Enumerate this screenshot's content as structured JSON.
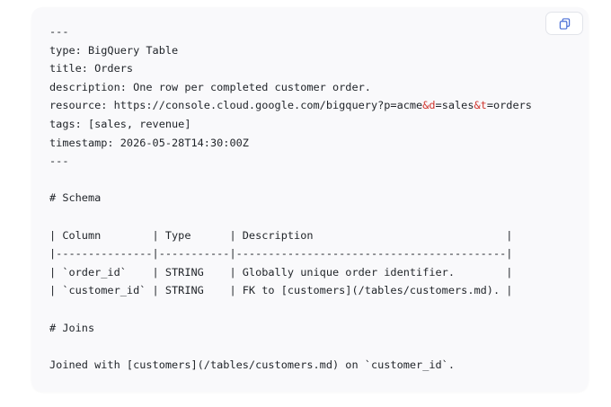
{
  "code_block": {
    "copy_button": {
      "icon": "copy-icon",
      "icon_color": "#4a6fd6"
    },
    "colors": {
      "text": "#1f2328",
      "highlight": "#d0342c",
      "background": "#f9f9fb"
    },
    "front_matter": {
      "open": "---",
      "type": "type: BigQuery Table",
      "title": "title: Orders",
      "description": "description: One row per completed customer order.",
      "resource": {
        "part1": "resource: https://console.cloud.google.com/bigquery?p=acme",
        "amp1": "&d",
        "part2": "=sales",
        "amp2": "&t",
        "part3": "=orders"
      },
      "tags": "tags: [sales, revenue]",
      "timestamp": "timestamp: 2026-05-28T14:30:00Z",
      "close": "---"
    },
    "schema": {
      "heading": "# Schema",
      "header_row": "| Column        | Type      | Description                              |",
      "separator_row": "|---------------|-----------|------------------------------------------|",
      "rows": [
        "| `order_id`    | STRING    | Globally unique order identifier.        |",
        "| `customer_id` | STRING    | FK to [customers](/tables/customers.md). |"
      ]
    },
    "joins": {
      "heading": "# Joins",
      "text": "Joined with [customers](/tables/customers.md) on `customer_id`."
    }
  }
}
